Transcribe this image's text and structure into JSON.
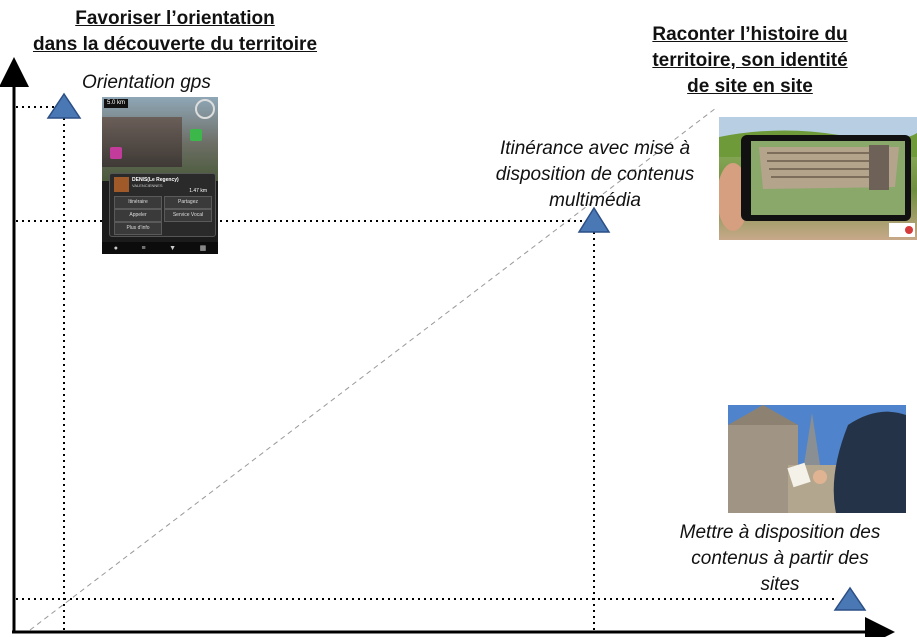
{
  "headings": {
    "left_line1": "Favoriser l’orientation",
    "left_line2": "dans la découverte du territoire",
    "right_line1": "Raconter l’histoire du",
    "right_line2": "territoire, son identité",
    "right_line3": "de site en site"
  },
  "labels": {
    "orientation": "Orientation gps",
    "itinerance_l1": "Itinérance avec mise à",
    "itinerance_l2": "disposition de contenus",
    "itinerance_l3": "multimédia",
    "mettre_l1": "Mettre à disposition des",
    "mettre_l2": "contenus à partir  des",
    "mettre_l3": "sites"
  },
  "phone": {
    "distance": "5.0 km",
    "poi_name": "DENIS(Le Regency)",
    "poi_city": "VALENCIENNES",
    "poi_km": "1.47 km",
    "btn_itineraire": "Itinéraire",
    "btn_partagez": "Partagez",
    "btn_appeler": "Appeler",
    "btn_service": "Service Vocal",
    "btn_plus": "Plus d’info"
  },
  "colors": {
    "marker_fill": "#4a78b5",
    "marker_stroke": "#2b4f86",
    "axis": "#000000"
  }
}
